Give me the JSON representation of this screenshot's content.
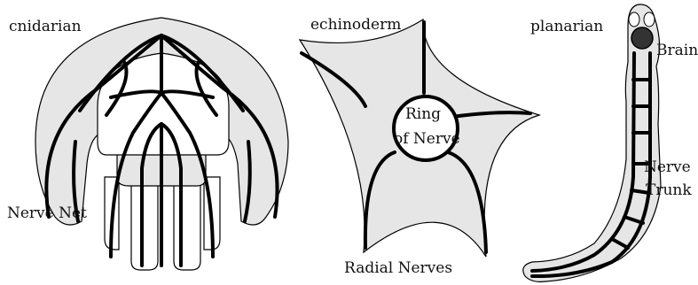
{
  "figure": {
    "panels": [
      {
        "id": "cnidarian",
        "title": "cnidarian",
        "annotations": [
          "Nerve Net"
        ]
      },
      {
        "id": "echinoderm",
        "title": "echinoderm",
        "annotations": [
          "Ring",
          "of Nerve",
          "Radial Nerves"
        ]
      },
      {
        "id": "planarian",
        "title": "planarian",
        "annotations": [
          "Brain",
          "Nerve",
          "Trunk"
        ]
      }
    ],
    "colors": {
      "body_fill": "#e6e6e6",
      "nerve": "#000000",
      "brain": "#333333",
      "background": "#ffffff"
    }
  }
}
